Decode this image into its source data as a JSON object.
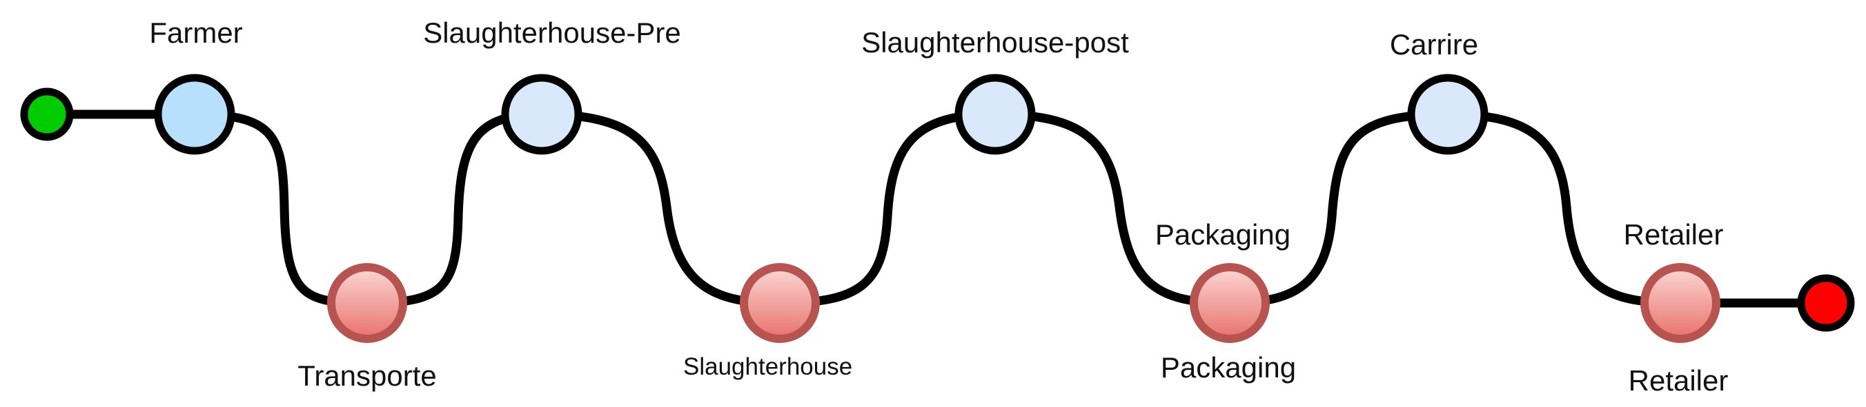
{
  "colors": {
    "edge": "#000000",
    "start_fill": "#00cc00",
    "end_fill": "#ff0000",
    "blue_light": "#dae8fc",
    "blue_sky": "#b8dffc",
    "red_top": "#fbd7d4",
    "red_bottom": "#e9716b",
    "red_stroke": "#b85450"
  },
  "labels": {
    "farmer": "Farmer",
    "slaughterhouse_pre": "Slaughterhouse-Pre",
    "slaughterhouse_post": "Slaughterhouse-post",
    "packaging_top": "Packaging",
    "carrire": "Carrire",
    "retailer_top": "Retailer",
    "transporte": "Transporte",
    "slaughterhouse": "Slaughterhouse",
    "packaging_bottom": "Packaging",
    "retailer_bottom": "Retailer"
  }
}
